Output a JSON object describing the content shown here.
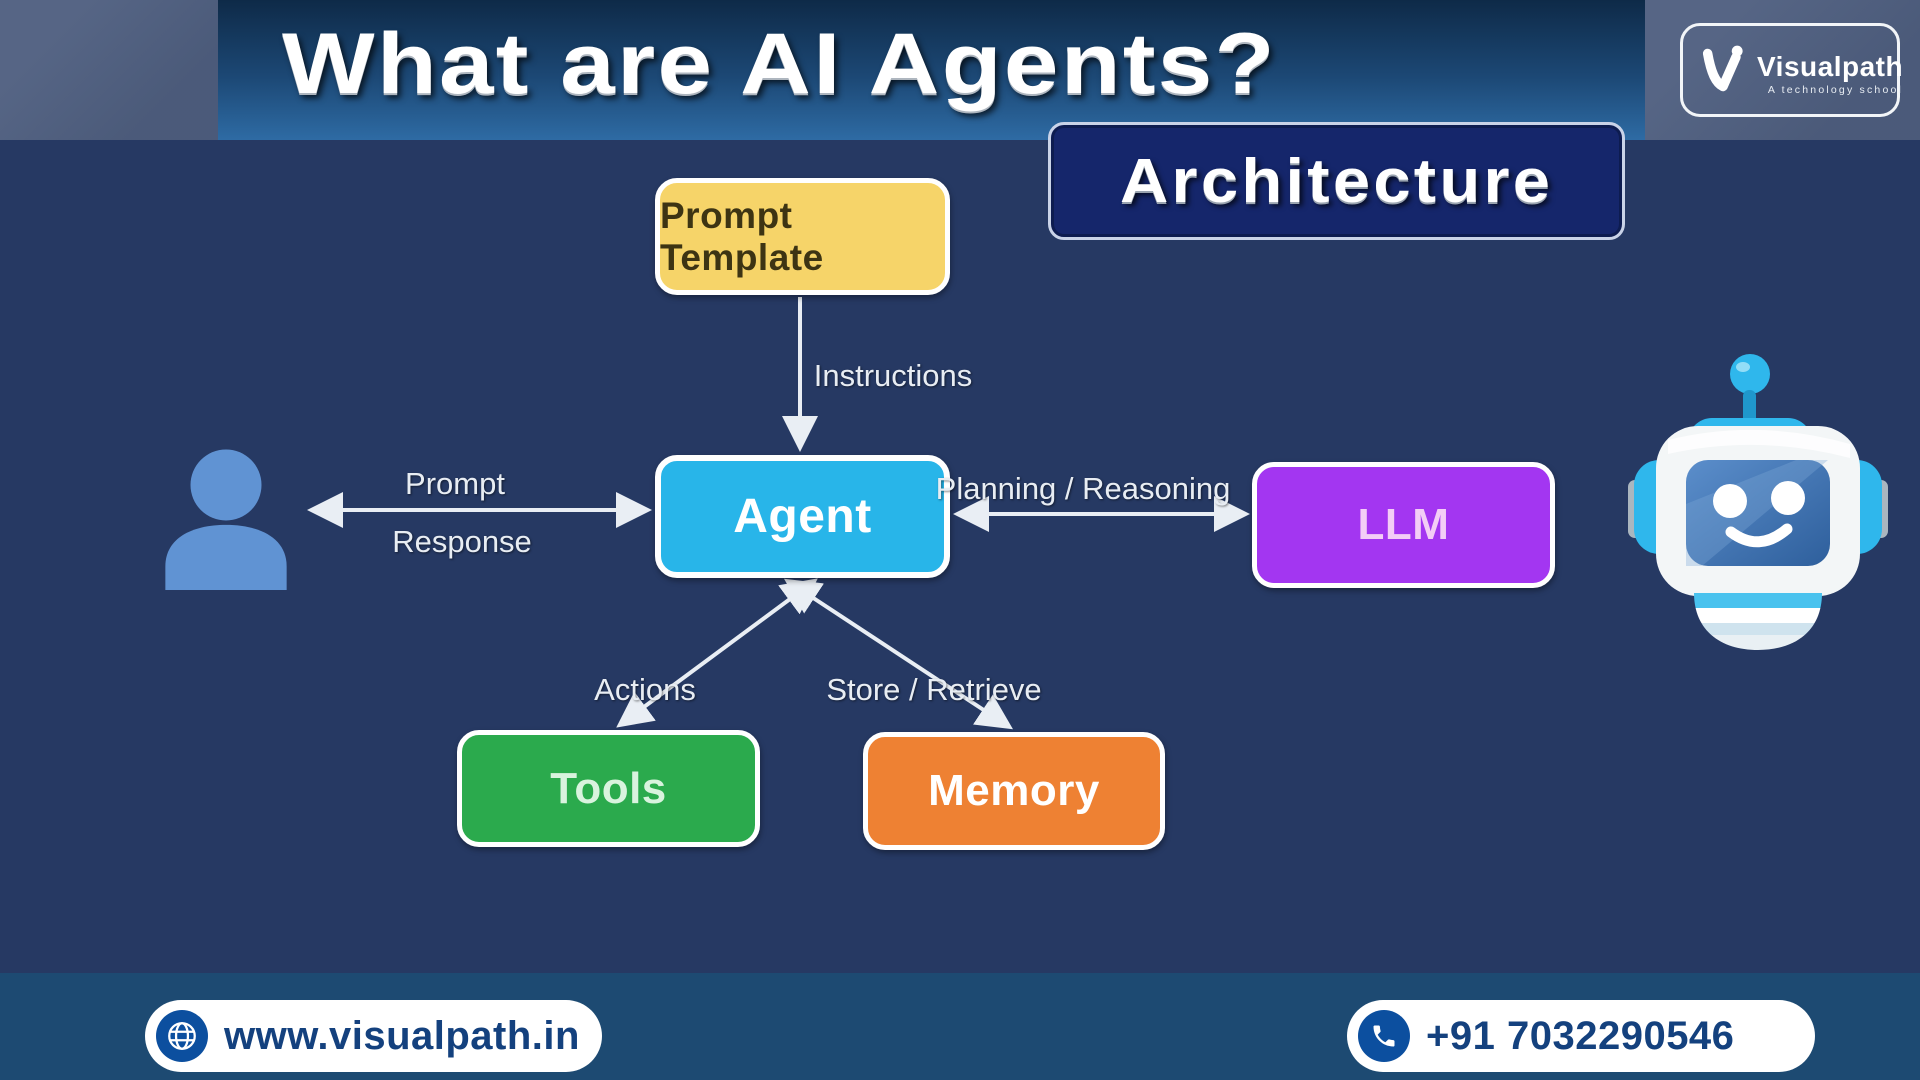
{
  "header": {
    "title": "What are AI Agents?",
    "architecture_label": "Architecture",
    "logo": {
      "brand": "Visualpath",
      "tagline": "A technology school"
    }
  },
  "diagram": {
    "nodes": {
      "prompt_template": {
        "label": "Prompt Template",
        "color": "#f6d469"
      },
      "agent": {
        "label": "Agent",
        "color": "#28b5e9"
      },
      "llm": {
        "label": "LLM",
        "color": "#a336f1"
      },
      "tools": {
        "label": "Tools",
        "color": "#2baa4d"
      },
      "memory": {
        "label": "Memory",
        "color": "#ee8133"
      }
    },
    "edges": {
      "instructions": {
        "label": "Instructions",
        "from": "Prompt Template",
        "to": "Agent",
        "direction": "one-way"
      },
      "user_agent": {
        "label_top": "Prompt",
        "label_bottom": "Response",
        "from": "User",
        "to": "Agent",
        "direction": "two-way"
      },
      "agent_llm": {
        "label": "Planning / Reasoning",
        "from": "Agent",
        "to": "LLM",
        "direction": "two-way"
      },
      "agent_tools": {
        "label": "Actions",
        "from": "Agent",
        "to": "Tools",
        "direction": "two-way"
      },
      "agent_memory": {
        "label": "Store / Retrieve",
        "from": "Agent",
        "to": "Memory",
        "direction": "two-way"
      }
    }
  },
  "footer": {
    "website": "www.visualpath.in",
    "phone": "+91 7032290546"
  },
  "colors": {
    "background": "#263963",
    "header_band_top": "#0e2a48",
    "header_band_bottom": "#2e6ba4",
    "header_corner": "#4f5f80",
    "architecture_fill": "#15266b",
    "footer_background": "#1d4a72",
    "pill_icon_blue": "#0c4f9f",
    "pill_text_blue": "#14417e",
    "arrow": "#e9eef4",
    "user_icon_blue": "#6093d3"
  }
}
